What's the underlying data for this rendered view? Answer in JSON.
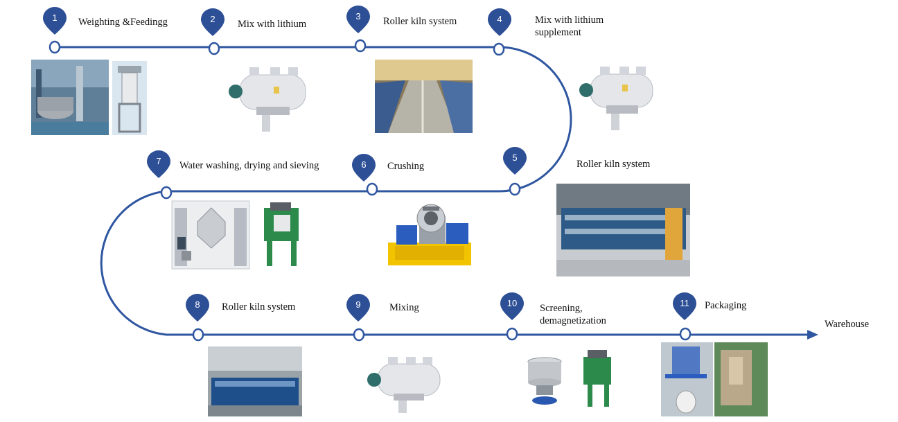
{
  "colors": {
    "path": "#2f56a0",
    "pin": "#2c4f96",
    "node_fill": "#ffffff"
  },
  "steps": [
    {
      "num": "1",
      "label": "Weighting &Feedingg"
    },
    {
      "num": "2",
      "label": "Mix with lithium"
    },
    {
      "num": "3",
      "label": "Roller kiln system"
    },
    {
      "num": "4",
      "label": "Mix with lithium supplement"
    },
    {
      "num": "5",
      "label": "Roller kiln system"
    },
    {
      "num": "6",
      "label": "Crushing"
    },
    {
      "num": "7",
      "label": "Water washing, drying and sieving"
    },
    {
      "num": "8",
      "label": "Roller kiln system"
    },
    {
      "num": "9",
      "label": "Mixing"
    },
    {
      "num": "10",
      "label": "Screening, demagnetization"
    },
    {
      "num": "11",
      "label": "Packaging"
    }
  ],
  "end_label": "Warehouse"
}
